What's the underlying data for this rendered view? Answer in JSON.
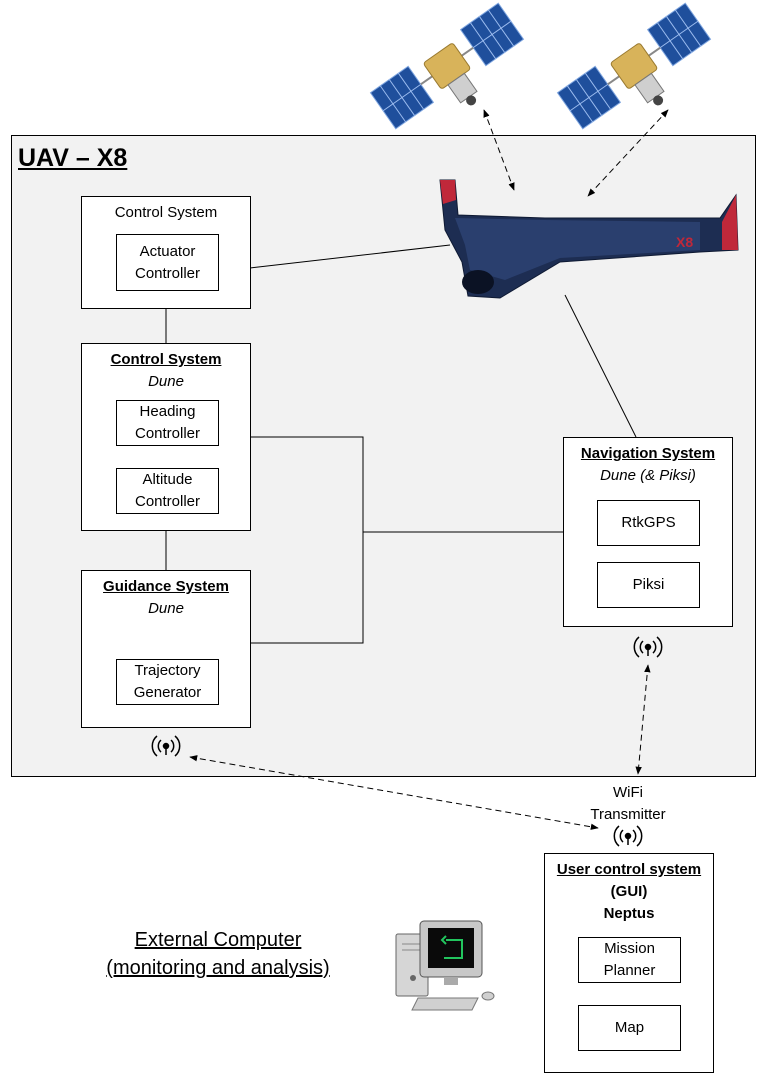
{
  "uav_title": "UAV – X8",
  "control_system_top": {
    "title": "Control System",
    "child": [
      "Actuator",
      "Controller"
    ]
  },
  "control_system_dune": {
    "title": "Control System",
    "subtitle": "Dune",
    "children": [
      [
        "Heading",
        "Controller"
      ],
      [
        "Altitude",
        "Controller"
      ]
    ]
  },
  "guidance_system": {
    "title": "Guidance System",
    "subtitle": "Dune",
    "child": [
      "Trajectory",
      "Generator"
    ]
  },
  "navigation_system": {
    "title": "Navigation System",
    "subtitle": "Dune (& Piksi)",
    "children": [
      "RtkGPS",
      "Piksi"
    ]
  },
  "wifi": [
    "WiFi",
    "Transmitter"
  ],
  "user_control": {
    "title": [
      "User control system",
      "(GUI)",
      "Neptus"
    ],
    "children": [
      [
        "Mission",
        "Planner"
      ],
      [
        "Map"
      ]
    ]
  },
  "external_computer": [
    "External Computer",
    "(monitoring and analysis)"
  ],
  "aircraft_mark": "X8",
  "colors": {
    "frame_fill": "#f2f2f2",
    "panel_blue": "#1f4f9c",
    "panel_gold": "#d8b35a",
    "aircraft_body": "#1d2d52",
    "aircraft_tip": "#c0283a",
    "screen_green": "#22c55e"
  },
  "icons": [
    "satellite-icon",
    "aircraft-icon",
    "antenna-icon",
    "computer-icon"
  ]
}
